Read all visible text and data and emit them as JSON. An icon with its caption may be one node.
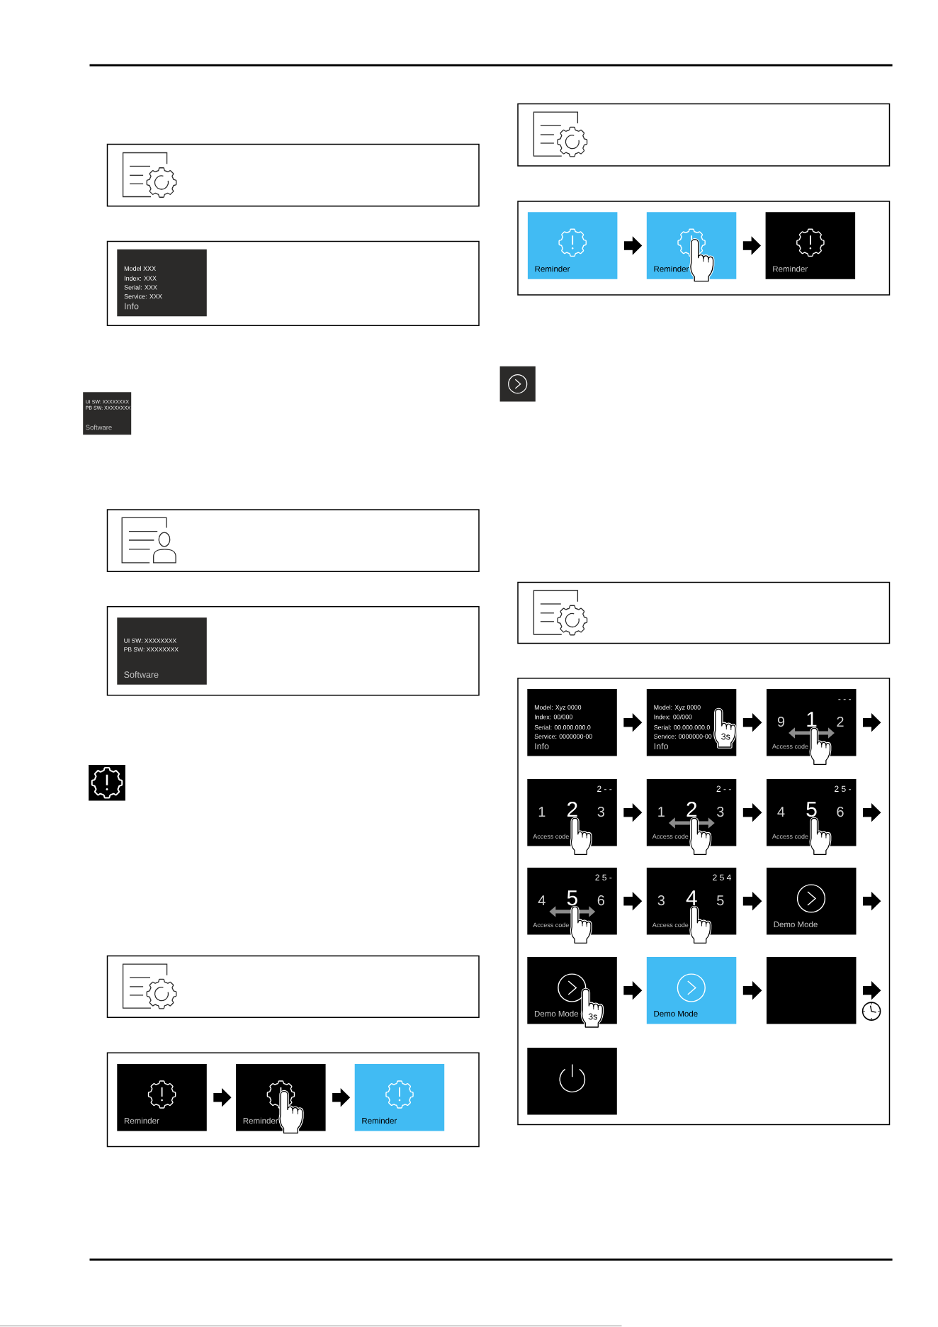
{
  "diagram": {
    "nodes": [
      {
        "text": [
          "Model XXX",
          "Index: XXX",
          "Serial: XXX",
          "Service: XXX",
          "Info"
        ]
      },
      {
        "text": [
          "UI SW: XXXXXXXX",
          "PB SW: XXXXXXXX",
          "Software"
        ]
      },
      {
        "text": [
          "UI SW: XXXXXXXX",
          "PB SW: XXXXXXXX",
          "Software"
        ]
      },
      {
        "text": [
          "Reminder"
        ]
      },
      {
        "text": [
          "Reminder"
        ]
      },
      {
        "text": [
          "Reminder"
        ]
      },
      {
        "text": [
          "Reminder"
        ]
      },
      {
        "text": [
          "Reminder"
        ]
      },
      {
        "text": [
          "Reminder"
        ]
      },
      {
        "text": [
          "Model: Xyz 0000",
          "Index: 00/000",
          "Serial: 00.000.000.0",
          "Service: 0000000-00",
          "Info"
        ]
      },
      {
        "text": [
          "Model: Xyz 0000",
          "Index: 00/000",
          "Serial: 00.000.000.0",
          "Service: 0000000-00",
          "Info",
          "3s"
        ]
      },
      {
        "text": [
          "- - -",
          "9",
          "1",
          "2",
          "Access code"
        ]
      },
      {
        "text": [
          "2 - -",
          "1",
          "2",
          "3",
          "Access code"
        ]
      },
      {
        "text": [
          "2 - -",
          "1",
          "2",
          "3",
          "Access code"
        ]
      },
      {
        "text": [
          "2 5 -",
          "4",
          "5",
          "6",
          "Access code"
        ]
      },
      {
        "text": [
          "2 5 -",
          "4",
          "5",
          "6",
          "Access code"
        ]
      },
      {
        "text": [
          "2 5 4",
          "3",
          "4",
          "5",
          "Access code"
        ]
      },
      {
        "text": [
          "Demo Mode"
        ]
      },
      {
        "text": [
          "Demo Mode",
          "3s"
        ]
      },
      {
        "text": [
          "Demo Mode"
        ]
      },
      {
        "text": [],
        "shape": "box"
      },
      {
        "text": [],
        "shape": "box"
      }
    ],
    "edges": [
      {
        "from": 3,
        "to": 4,
        "arrow": "to"
      },
      {
        "from": 4,
        "to": 5,
        "arrow": "to"
      },
      {
        "from": 6,
        "to": 7,
        "arrow": "to"
      },
      {
        "from": 7,
        "to": 8,
        "arrow": "to"
      },
      {
        "from": 9,
        "to": 10,
        "arrow": "to"
      },
      {
        "from": 10,
        "to": 11,
        "arrow": "to"
      },
      {
        "from": 11,
        "to": null,
        "arrow": "to"
      },
      {
        "from": 12,
        "to": 13,
        "arrow": "to"
      },
      {
        "from": 13,
        "to": 14,
        "arrow": "to"
      },
      {
        "from": 14,
        "to": null,
        "arrow": "to"
      },
      {
        "from": 15,
        "to": 16,
        "arrow": "to"
      },
      {
        "from": 16,
        "to": 17,
        "arrow": "to"
      },
      {
        "from": 17,
        "to": null,
        "arrow": "to"
      },
      {
        "from": 18,
        "to": 19,
        "arrow": "to"
      },
      {
        "from": 19,
        "to": 20,
        "arrow": "to"
      },
      {
        "from": 20,
        "to": null,
        "arrow": "to"
      }
    ]
  }
}
